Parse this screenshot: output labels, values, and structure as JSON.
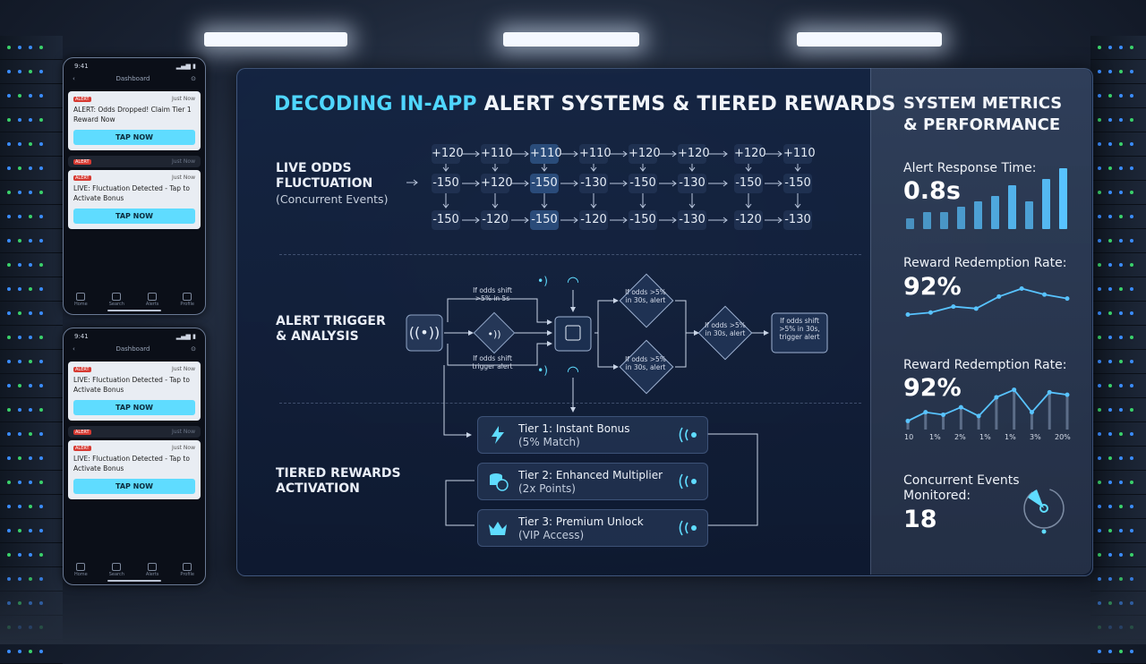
{
  "phones": [
    {
      "time": "9:41",
      "nav_title": "Dashboard",
      "notifications": [
        {
          "badge": "ALERT",
          "time": "Just Now",
          "body": "ALERT: Odds Dropped! Claim Tier 1 Reward Now",
          "button": "TAP NOW"
        },
        {
          "badge": "ALERT",
          "time": "Just Now",
          "body": "",
          "button": ""
        },
        {
          "badge": "ALERT",
          "time": "Just Now",
          "body": "LIVE: Fluctuation Detected - Tap to Activate Bonus",
          "button": "TAP NOW"
        }
      ],
      "tabs": [
        "Home",
        "Search",
        "Alerts",
        "Profile"
      ]
    },
    {
      "time": "9:41",
      "nav_title": "Dashboard",
      "notifications": [
        {
          "badge": "ALERT",
          "time": "Just Now",
          "body": "LIVE: Fluctuation Detected - Tap to Activate Bonus",
          "button": "TAP NOW"
        },
        {
          "badge": "ALERT",
          "time": "Just Now",
          "body": "",
          "button": ""
        },
        {
          "badge": "ALERT",
          "time": "Just Now",
          "body": "LIVE: Fluctuation Detected - Tap to Activate Bonus",
          "button": "TAP NOW"
        }
      ],
      "tabs": [
        "Home",
        "Search",
        "Alerts",
        "Profile"
      ]
    }
  ],
  "title": {
    "highlight": "DECODING IN-APP",
    "rest": " ALERT SYSTEMS & TIERED REWARDS"
  },
  "sections": {
    "odds": {
      "line1": "LIVE ODDS",
      "line2": "FLUCTUATION",
      "sub": "(Concurrent Events)"
    },
    "alert": {
      "line1": "ALERT TRIGGER",
      "line2": "& ANALYSIS"
    },
    "rewards": {
      "line1": "TIERED REWARDS",
      "line2": "ACTIVATION"
    }
  },
  "odds_rows": [
    [
      "+120",
      "+110",
      "+110",
      "+110",
      "+120",
      "+120",
      "+120",
      "+110"
    ],
    [
      "-150",
      "+120",
      "-150",
      "-130",
      "-150",
      "-130",
      "-150",
      "-150"
    ],
    [
      "-150",
      "-120",
      "-150",
      "-120",
      "-150",
      "-130",
      "-120",
      "-130"
    ]
  ],
  "flow": {
    "cond_top": "If odds shift >5% in 5s",
    "cond_bottom": "If odds shift trigger alert",
    "diamond_a": "If odds >5% in 30s, alert",
    "diamond_b": "If odds >5% in 30s, alert",
    "diamond_c": "If odds >5% in 30s, alert",
    "result": "If odds shift >5% in 30s, trigger alert"
  },
  "tiers": [
    {
      "label": "Tier 1: Instant Bonus",
      "sub": "(5% Match)",
      "icon": "lightning-icon"
    },
    {
      "label": "Tier 2: Enhanced Multiplier",
      "sub": "(2x Points)",
      "icon": "coins-icon"
    },
    {
      "label": "Tier 3: Premium Unlock",
      "sub": "(VIP Access)",
      "icon": "crown-icon"
    }
  ],
  "metrics": {
    "title_line1": "SYSTEM METRICS",
    "title_line2": "& PERFORMANCE",
    "response_label": "Alert Response Time:",
    "response_value": "0.8s",
    "redemption_label": "Reward Redemption Rate:",
    "redemption_value": "92%",
    "redemption2_label": "Reward Redemption Rate:",
    "redemption2_value": "92%",
    "concurrent_label": "Concurrent Events Monitored:",
    "concurrent_value": "18",
    "accent": "#58c3ff"
  },
  "chart_data": [
    {
      "type": "bar",
      "title": "Alert Response Time:",
      "values": [
        2,
        3,
        3,
        4,
        5,
        6,
        8,
        5,
        9,
        11
      ]
    },
    {
      "type": "line",
      "title": "Reward Redemption Rate:",
      "values": [
        42,
        44,
        50,
        48,
        60,
        68,
        62,
        58
      ]
    },
    {
      "type": "line",
      "title": "Reward Redemption Rate:",
      "categories": [
        "10",
        "1%",
        "2%",
        "1%",
        "1%",
        "3%",
        "20%"
      ],
      "values": [
        45,
        52,
        50,
        56,
        49,
        64,
        70,
        52,
        68,
        66
      ]
    }
  ]
}
